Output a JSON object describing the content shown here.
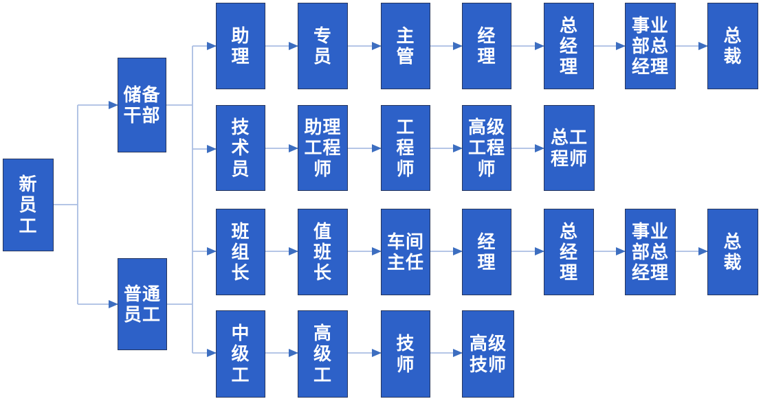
{
  "colors": {
    "box_fill": "#2d61c8",
    "box_border": "#24345c",
    "box_text": "#ffffff",
    "connector_line": "#a9bde2",
    "arrowhead": "#3d6ec0",
    "background": "#ffffff"
  },
  "nodes": {
    "start": "新\n员\n工",
    "branch_reserve": "储备\n干部",
    "branch_ordinary": "普通\n员工",
    "management_path": [
      "助\n理",
      "专\n员",
      "主\n管",
      "经\n理",
      "总\n经\n理",
      "事业\n部总\n经理",
      "总\n裁"
    ],
    "engineering_path": [
      "技\n术\n员",
      "助理\n工程\n师",
      "工\n程\n师",
      "高级\n工程\n师",
      "总工\n程师"
    ],
    "production_path": [
      "班\n组\n长",
      "值\n班\n长",
      "车间\n主任",
      "经\n理",
      "总\n经\n理",
      "事业\n部总\n经理",
      "总\n裁"
    ],
    "skill_path": [
      "中\n级\n工",
      "高\n级\n工",
      "技\n师",
      "高级\n技师"
    ]
  }
}
